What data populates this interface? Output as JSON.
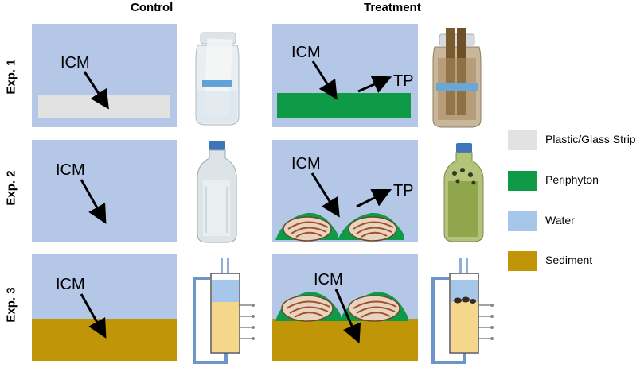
{
  "columns": {
    "control": "Control",
    "treatment": "Treatment"
  },
  "rows": {
    "exp1": "Exp. 1",
    "exp2": "Exp. 2",
    "exp3": "Exp. 3"
  },
  "labels": {
    "icm": "ICM",
    "tp": "TP"
  },
  "legend": [
    {
      "label": "Plastic/Glass Strip",
      "color": "#e2e2e2"
    },
    {
      "label": "Periphyton",
      "color": "#0f9a48"
    },
    {
      "label": "Water",
      "color": "#a7c7ea"
    },
    {
      "label": "Sediment",
      "color": "#c19508"
    }
  ],
  "colors": {
    "panel_bg": "#b4c7e7",
    "strip": "#e2e2e2",
    "periphyton": "#0f9a48",
    "sediment": "#c19508",
    "water": "#a7c7ea"
  }
}
